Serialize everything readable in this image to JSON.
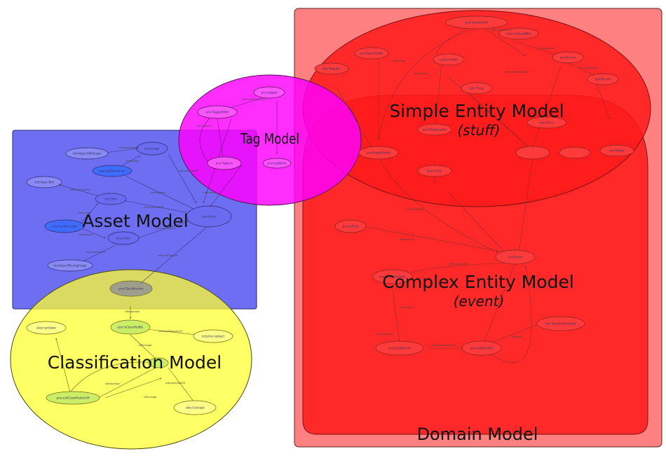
{
  "labels": {
    "domain": "Domain Model",
    "simple_entity": "Simple Entity Model",
    "simple_entity_sub": "(stuff)",
    "complex_entity": "Complex Entity Model",
    "complex_entity_sub": "(event)",
    "tag": "Tag Model",
    "asset": "Asset Model",
    "classification": "Classification Model"
  },
  "colors": {
    "domain_fill": "#ff8080",
    "entity_fill": "#ff1a1a",
    "tag_fill": "#ff00ff",
    "asset_fill": "#6b6bf2",
    "classification_fill": "#ffff66",
    "edge": "#7a2a2a"
  },
  "asset_nodes": {
    "still_image": "dcmitype:StillImage",
    "image": "pno:Image",
    "has_thumbnail": "pno:hasThumbnail",
    "text_type": "dcmitype:Text",
    "text": "pno:Text",
    "has_transcript": "pno:hasTranscript",
    "video": "pno:Video",
    "asset": "pno:Asset",
    "moving_image": "dcmitype:MovingImage"
  },
  "asset_edges": {
    "e1": "rdfs:subClassOf",
    "e2": "rdfs:range",
    "e3": "rdfs:subClassOf",
    "e4": "rdfs:domain",
    "e5": "rdfs:subClassOf",
    "e6": "rdfs:range",
    "e7": "rdfs:subClassOf",
    "e8": "rdfs:domain",
    "e9": "rdfs:subClassOf",
    "e10": "rdfs:subClassOf",
    "e11": "rdfs:subClassOf"
  },
  "tag_nodes": {
    "tagged": "pno:tagged",
    "tagged_with": "pno:TaggedWith",
    "tag_item": "pno:TagItem",
    "tag_name": "pno:tagName"
  },
  "tag_edges": {
    "e1": "rdfs:subPropertyOf",
    "e2": "rdfs:domain",
    "e3": "rdfs:range"
  },
  "classification_nodes": {
    "narrower": "skos:narrower",
    "classified_by": "pno:isClassifiedBy",
    "dcterms_subject": "dcterms:subject",
    "classification": "pno:Classification",
    "subclass_of": "pno:subClassificationOf",
    "concept": "skos:Concept"
  },
  "classification_edges": {
    "e1": "rdfs:domain",
    "e2": "rdfs:subPropertyOf",
    "e3": "rdfs:range",
    "e4": "rdfs:domain",
    "e5": "rdfs:subClassOf",
    "e6": "rdfs:range"
  },
  "simple_nodes": {
    "top": "pno:isInvolvedIn",
    "involved_with": "pno:involvedWith",
    "pno_a": "pno:describedBy",
    "pno_b": "pno:Tangible",
    "pno_c": "pno:Location",
    "pno_d": "pno:Person",
    "pno_e": "foaf:Person",
    "pno_f": "pno:Thing",
    "pno_g": "pno:SimpleEntity",
    "pno_h": "pno:Organisation",
    "pno_i": "pno:Place",
    "pno_j": "pno:Object"
  },
  "simple_edges": {
    "e1": "rdfs:subClassOf",
    "e2": "rdfs:range",
    "e3": "rdfs:domain",
    "e4": "rdfs:subPropertyOf",
    "e5": "rdfs:domain",
    "e6": "rdfs:subClassOf"
  },
  "complex_nodes": {
    "pno_at": "pno:atTime",
    "event": "pno:Event",
    "complex": "pno:ComplexEntity",
    "sub_event": "pno:isSubEvent",
    "sub_event_of": "pno:subEventOf",
    "transitive": "owl:TransitiveProperty",
    "entity": "pno:Entity"
  },
  "complex_edges": {
    "e1": "rdfs:domain",
    "e2": "rdfs:subClassOf",
    "e3": "rdfs:range",
    "e4": "rdfs:domain",
    "e5": "rdfs:subPropertyOf",
    "e6": "rdf:type",
    "e7": "owl:inverseOf"
  }
}
